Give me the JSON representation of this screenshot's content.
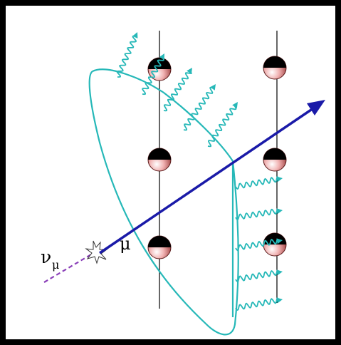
{
  "labels": {
    "neutrino": "ν",
    "neutrino_sub": "μ",
    "muon": "μ"
  },
  "colors": {
    "muon_track": "#1a1aa8",
    "neutrino_track": "#8a3fb8",
    "cherenkov": "#26b8b8",
    "string_line": "#000000",
    "pmt_dark": "#000000",
    "pmt_light": "#e9a0a0"
  }
}
